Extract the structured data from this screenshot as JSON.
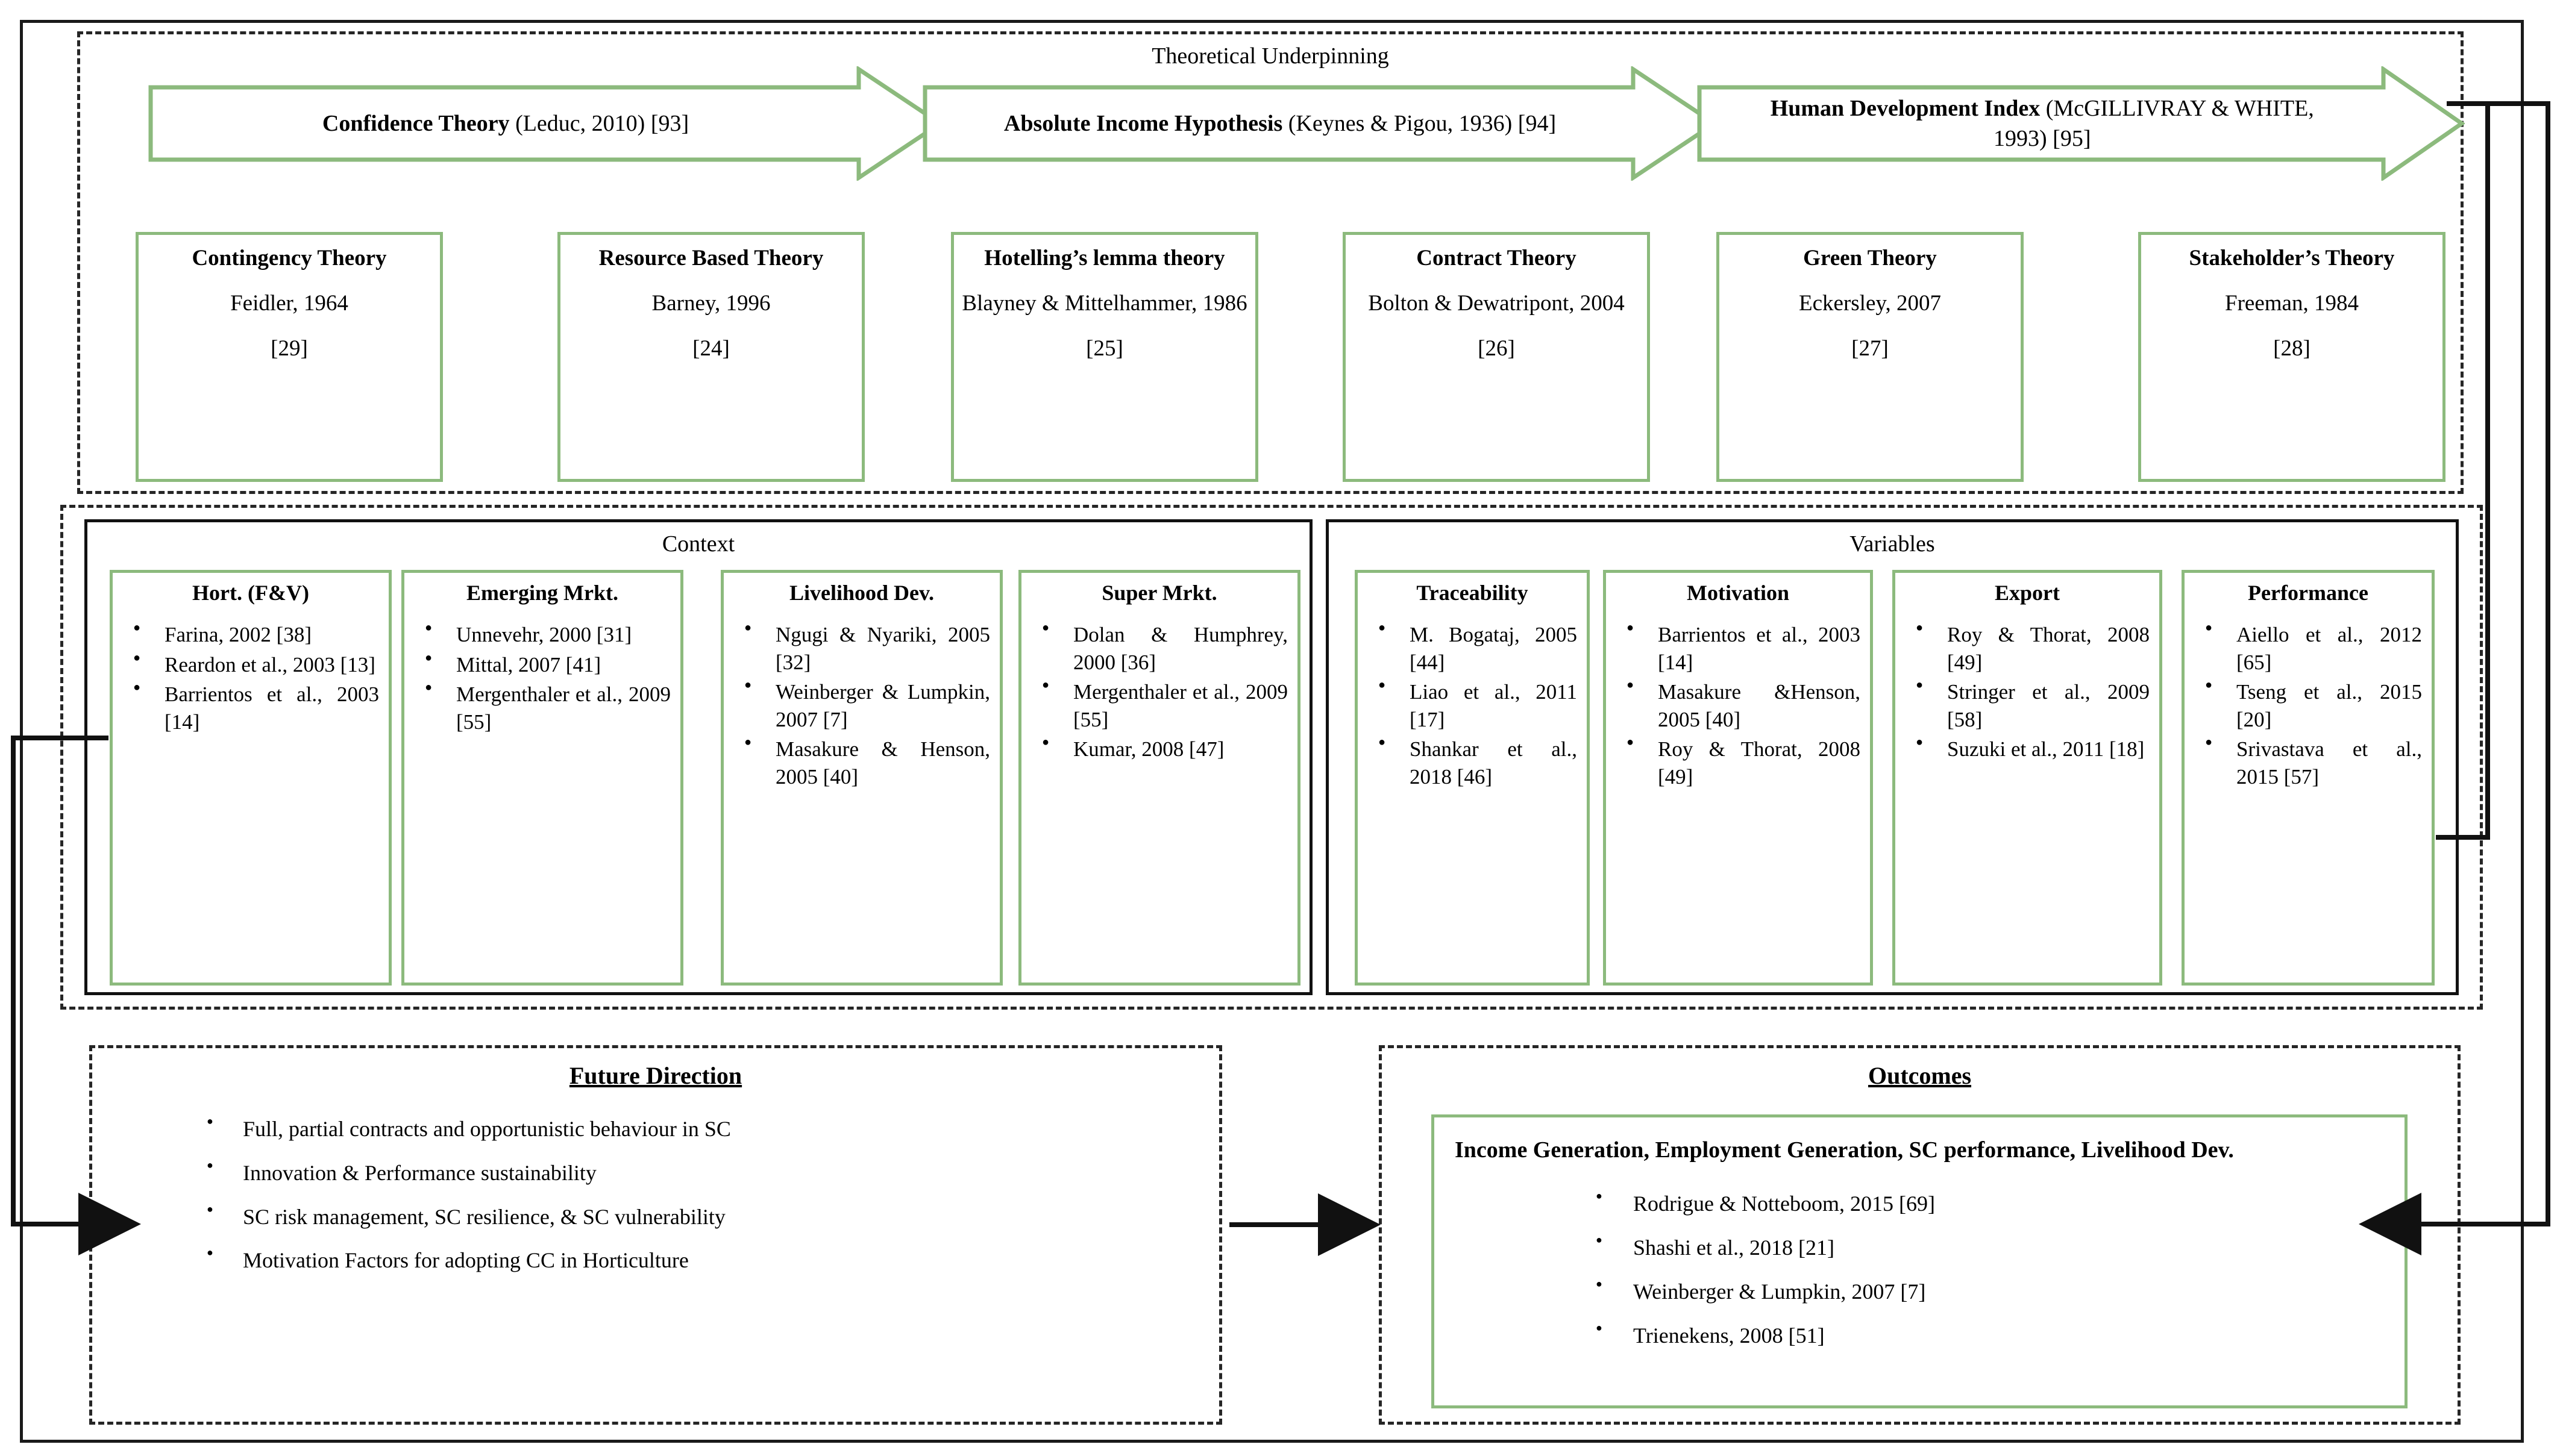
{
  "colors": {
    "green_border": "#8cba7d",
    "black": "#111111",
    "page_bg": "#ffffff"
  },
  "theoretical": {
    "section_title": "Theoretical Underpinning",
    "chevrons": [
      {
        "bold": "Confidence Theory",
        "rest": " (Leduc, 2010) [93]"
      },
      {
        "bold": "Absolute Income Hypothesis",
        "rest": " (Keynes & Pigou, 1936) [94]"
      },
      {
        "bold": "Human Development Index",
        "rest": " (McGILLIVRAY & WHITE, 1993) [95]"
      }
    ],
    "theories": [
      {
        "title": "Contingency Theory",
        "author": "Feidler, 1964",
        "ref": "[29]"
      },
      {
        "title": "Resource Based Theory",
        "author": "Barney, 1996",
        "ref": "[24]"
      },
      {
        "title": "Hotelling’s lemma theory",
        "author": "Blayney & Mittelhammer, 1986",
        "ref": "[25]"
      },
      {
        "title": "Contract Theory",
        "author": "Bolton & Dewatripont, 2004",
        "ref": "[26]"
      },
      {
        "title": "Green Theory",
        "author": "Eckersley, 2007",
        "ref": "[27]"
      },
      {
        "title": "Stakeholder’s Theory",
        "author": "Freeman, 1984",
        "ref": "[28]"
      }
    ]
  },
  "context": {
    "section_title": "Context",
    "columns": [
      {
        "header": "Hort. (F&V)",
        "items": [
          "Farina, 2002 [38]",
          "Reardon et al., 2003 [13]",
          "Barrientos et al., 2003 [14]"
        ]
      },
      {
        "header": "Emerging Mrkt.",
        "items": [
          "Unnevehr, 2000 [31]",
          "Mittal, 2007 [41]",
          "Mergenthaler et al., 2009 [55]"
        ]
      },
      {
        "header": "Livelihood Dev.",
        "items": [
          "Ngugi & Nyariki, 2005 [32]",
          "Weinberger & Lumpkin, 2007 [7]",
          "Masakure & Henson, 2005 [40]"
        ]
      },
      {
        "header": "Super Mrkt.",
        "items": [
          "Dolan & Humphrey, 2000 [36]",
          "Mergenthaler et al., 2009 [55]",
          "Kumar, 2008 [47]"
        ]
      }
    ]
  },
  "variables": {
    "section_title": "Variables",
    "columns": [
      {
        "header": "Traceability",
        "items": [
          "M. Bogataj, 2005 [44]",
          "Liao et al., 2011 [17]",
          "Shankar et al., 2018 [46]"
        ]
      },
      {
        "header": "Motivation",
        "items": [
          "Barrientos et al., 2003 [14]",
          "Masakure &Henson, 2005 [40]",
          "Roy & Thorat, 2008 [49]"
        ]
      },
      {
        "header": "Export",
        "items": [
          "Roy & Thorat, 2008 [49]",
          "Stringer et al., 2009 [58]",
          "Suzuki et al., 2011 [18]"
        ]
      },
      {
        "header": "Performance",
        "items": [
          "Aiello et al., 2012 [65]",
          "Tseng et al., 2015 [20]",
          "Srivastava et al., 2015 [57]"
        ]
      }
    ]
  },
  "future_direction": {
    "title": "Future Direction",
    "items": [
      "Full, partial contracts and opportunistic behaviour in SC",
      "Innovation & Performance sustainability",
      "SC risk management, SC resilience, & SC vulnerability",
      "Motivation Factors for adopting CC in Horticulture"
    ]
  },
  "outcomes": {
    "title": "Outcomes",
    "lead": "Income Generation, Employment Generation, SC performance, Livelihood Dev.",
    "items": [
      "Rodrigue & Notteboom, 2015 [69]",
      "Shashi et al., 2018 [21]",
      "Weinberger & Lumpkin, 2007 [7]",
      "Trienekens, 2008 [51]"
    ]
  }
}
